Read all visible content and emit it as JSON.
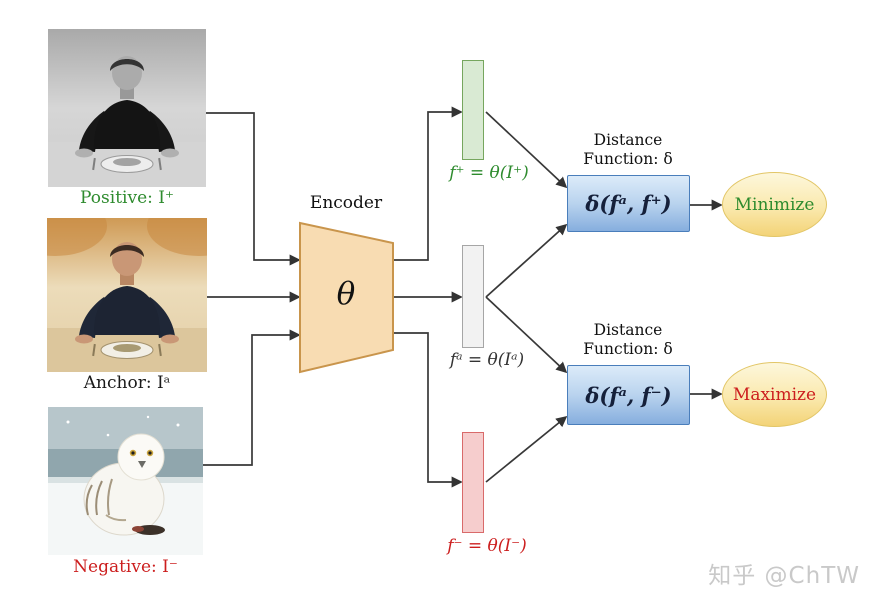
{
  "watermark": "知乎 @ChTW",
  "diagram": {
    "inputs": [
      {
        "label": "Positive: I⁺",
        "color": "#2e8b2e",
        "image": "man-bw-portrait-at-table"
      },
      {
        "label": "Anchor: Iᵃ",
        "color": "#1a1a1a",
        "image": "man-color-portrait-at-table"
      },
      {
        "label": "Negative: I⁻",
        "color": "#cc1e1e",
        "image": "snowy-owl-on-snow"
      }
    ],
    "encoder": {
      "title": "Encoder",
      "symbol": "θ",
      "fill": "#f8dcb2",
      "border": "#c9954c"
    },
    "features": [
      {
        "label": "f⁺ = θ(I⁺)",
        "color": "#2e8b2e",
        "bar_fill": "#d9ead3",
        "bar_border": "#76a65e"
      },
      {
        "label": "fᵃ = θ(Iᵃ)",
        "color": "#333333",
        "bar_fill": "#f2f2f2",
        "bar_border": "#a6a6a6"
      },
      {
        "label": "f⁻ = θ(I⁻)",
        "color": "#cc1e1e",
        "bar_fill": "#f6cdcd",
        "bar_border": "#d96a6a"
      }
    ],
    "distance_functions": [
      {
        "title_line1": "Distance",
        "title_line2": "Function: δ",
        "formula": "δ(fᵃ, f⁺)"
      },
      {
        "title_line1": "Distance",
        "title_line2": "Function: δ",
        "formula": "δ(fᵃ, f⁻)"
      }
    ],
    "objectives": [
      {
        "label": "Minimize",
        "color": "#2e8b2e"
      },
      {
        "label": "Maximize",
        "color": "#cc1e1e"
      }
    ]
  }
}
